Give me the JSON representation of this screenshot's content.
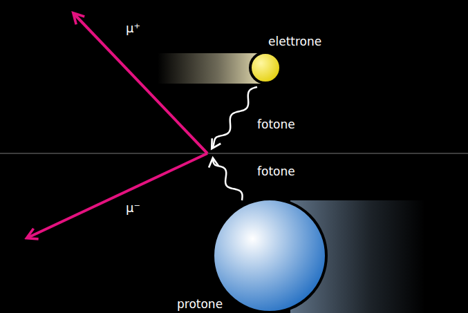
{
  "diagram": {
    "nodes": [
      {
        "text": [
          "elettrone"
        ]
      },
      {
        "text": [
          "protone"
        ]
      }
    ],
    "labels": [
      "μ⁺",
      "μ⁻",
      "fotone",
      "fotone"
    ]
  }
}
